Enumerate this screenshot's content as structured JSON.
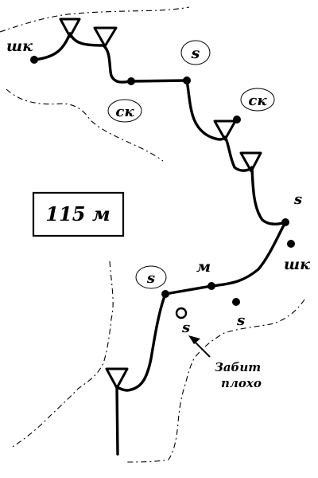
{
  "scale_label": "115 м",
  "labels": {
    "shk_start": "шк",
    "s_top": "s",
    "sk_left": "ск",
    "sk_right": "ск",
    "s_right": "s",
    "shk_right": "шк",
    "m_label": "м",
    "s_left_oval": "s",
    "s_bottom_right": "s",
    "s_bad": "s",
    "note_line1": "Забит",
    "note_line2": "плохо"
  },
  "colors": {
    "ink": "#000000",
    "paper": "#ffffff"
  }
}
